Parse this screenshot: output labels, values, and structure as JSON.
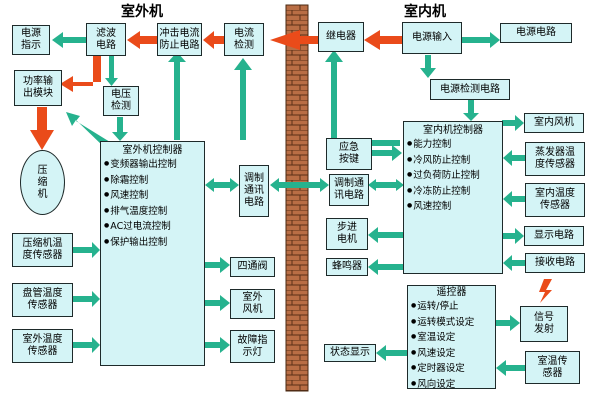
{
  "titles": {
    "outdoor": "室外机",
    "indoor": "室内机"
  },
  "outdoor": {
    "power_indicator": "电源\n指示",
    "filter_circuit": "滤波\n电路",
    "surge_prevention": "冲击电流\n防止电路",
    "current_detection": "电流\n检测",
    "power_output_module": "功率输\n出模块",
    "voltage_detection": "电压\n检测",
    "compressor": "压\n缩\n机",
    "compressor_temp_sensor": "压缩机温\n度传感器",
    "coil_temp_sensor": "盘管温度\n传感器",
    "outdoor_temp_sensor": "室外温度\n传感器",
    "controller": {
      "title": "室外机控制器",
      "items": [
        "变频器输出控制",
        "除霜控制",
        "风速控制",
        "排气温度控制",
        "AC过电流控制",
        "保护输出控制"
      ]
    },
    "modulation_circuit": "调制\n通讯\n电路",
    "four_way_valve": "四通阀",
    "outdoor_fan": "室外\n风机",
    "fault_light": "故障指\n示灯"
  },
  "indoor": {
    "relay": "继电器",
    "power_input": "电源输入",
    "power_circuit": "电源电路",
    "power_detection_circuit": "电源检测电路",
    "controller": {
      "title": "室内机控制器",
      "items": [
        "能力控制",
        "冷风防止控制",
        "过负荷防止控制",
        "冷冻防止控制",
        "风速控制"
      ]
    },
    "emergency_button": "应急\n按键",
    "modulation_circuit": "调制通\n讯电路",
    "stepper_motor": "步进\n电机",
    "buzzer": "蜂鸣器",
    "indoor_fan": "室内风机",
    "evaporator_temp_sensor": "蒸发器温\n度传感器",
    "indoor_temp_sensor": "室内温度\n传感器",
    "display_circuit": "显示电路",
    "receiver_circuit": "接收电路",
    "remote": {
      "title": "遥控器",
      "items": [
        "运转/停止",
        "运转模式设定",
        "室温设定",
        "风速设定",
        "定时器设定",
        "风向设定"
      ]
    },
    "status_display": "状态显示",
    "signal_transmit": "信号\n发射",
    "room_temp_sensor": "室温传\n感器"
  },
  "colors": {
    "green_arrow": "#26b28e",
    "red_arrow": "#ea4b1a",
    "box_fill": "#d4f4f6",
    "wall": "#b86f48"
  }
}
